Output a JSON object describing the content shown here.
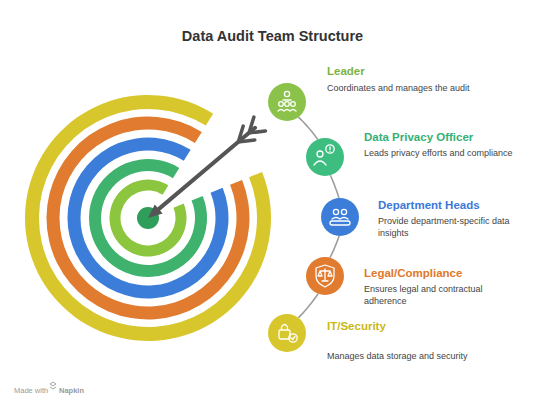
{
  "diagram": {
    "title": "Data Audit Team Structure",
    "nodes": [
      {
        "text": [
          "Leader",
          "Coordinates and manages the audit"
        ]
      },
      {
        "text": [
          "Data Privacy Officer",
          "Leads privacy efforts and compliance"
        ]
      },
      {
        "text": [
          "Department Heads",
          "Provide department-specific data insights"
        ]
      },
      {
        "text": [
          "Legal/Compliance",
          "Ensures legal and contractual adherence"
        ]
      },
      {
        "text": [
          "IT/Security",
          "Manages data storage and security"
        ]
      }
    ],
    "edges": [
      {
        "from": 0,
        "to": 1,
        "arrow": "none"
      },
      {
        "from": 1,
        "to": 2,
        "arrow": "none"
      },
      {
        "from": 2,
        "to": 3,
        "arrow": "none"
      },
      {
        "from": 3,
        "to": 4,
        "arrow": "none"
      }
    ],
    "labels": [
      "Made with",
      "Napkin"
    ]
  }
}
